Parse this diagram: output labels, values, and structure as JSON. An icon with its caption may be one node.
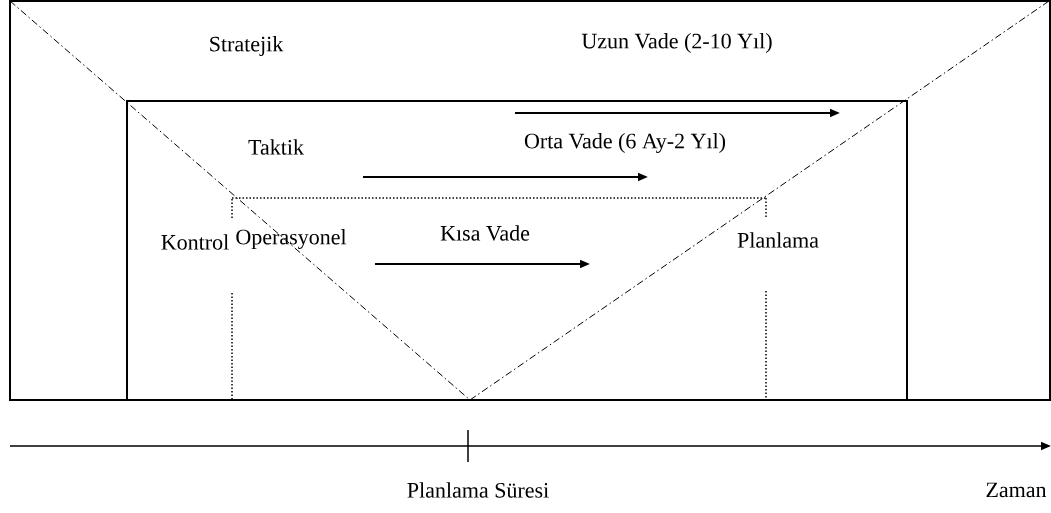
{
  "diagram": {
    "nodes": [
      {
        "text": [
          "Stratejik",
          "Uzun Vade (2-10 Yıl)"
        ]
      },
      {
        "text": [
          "Taktik",
          "Orta Vade (6 Ay-2 Yıl)"
        ],
        "in": 0
      },
      {
        "text": [
          "Operasyonel",
          "Kısa Vade"
        ],
        "in": 1
      }
    ],
    "labels": [
      "Kontrol",
      "Planlama",
      "Planlama Süresi",
      "Zaman"
    ]
  }
}
